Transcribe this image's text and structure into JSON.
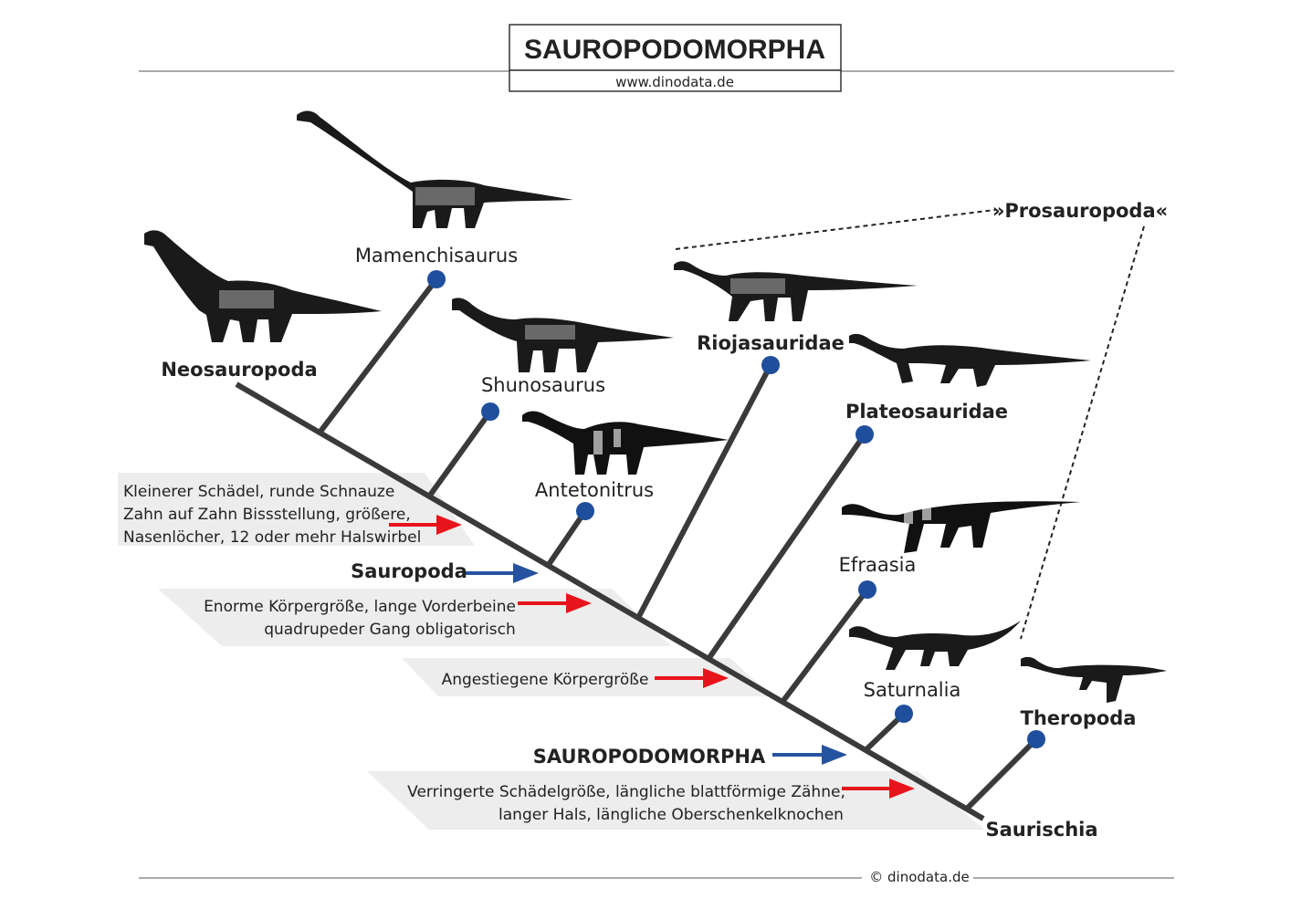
{
  "header": {
    "title": "SAUROPODOMORPHA",
    "subtitle": "www.dinodata.de"
  },
  "footer": {
    "copyright": "© dinodata.de"
  },
  "group_label": "»Prosauropoda«",
  "taxa": {
    "neosauropoda": "Neosauropoda",
    "mamenchisaurus": "Mamenchisaurus",
    "shunosaurus": "Shunosaurus",
    "antetonitrus": "Antetonitrus",
    "riojasauridae": "Riojasauridae",
    "plateosauridae": "Plateosauridae",
    "efraasia": "Efraasia",
    "saturnalia": "Saturnalia",
    "theropoda": "Theropoda",
    "saurischia": "Saurischia"
  },
  "clades": {
    "sauropoda": "Sauropoda",
    "sauropodomorpha": "SAUROPODOMORPHA"
  },
  "characters": {
    "box1": [
      "Kleinerer Schädel, runde Schnauze",
      "Zahn auf Zahn Bissstellung, größere,",
      "Nasenlöcher, 12 oder mehr Halswirbel"
    ],
    "box2": [
      "Enorme Körpergröße, lange Vorderbeine",
      "quadrupeder Gang obligatorisch"
    ],
    "box3": [
      "Angestiegene Körpergröße"
    ],
    "box4": [
      "Verringerte Schädelgröße, längliche blattförmige Zähne,",
      "langer Hals, längliche Oberschenkelknochen"
    ]
  },
  "colors": {
    "tree": "#3a3a3a",
    "node": "#1f4e9c",
    "red_arrow": "#e8141b",
    "blue_arrow": "#2553a0",
    "box_fill": "#ecedec"
  }
}
